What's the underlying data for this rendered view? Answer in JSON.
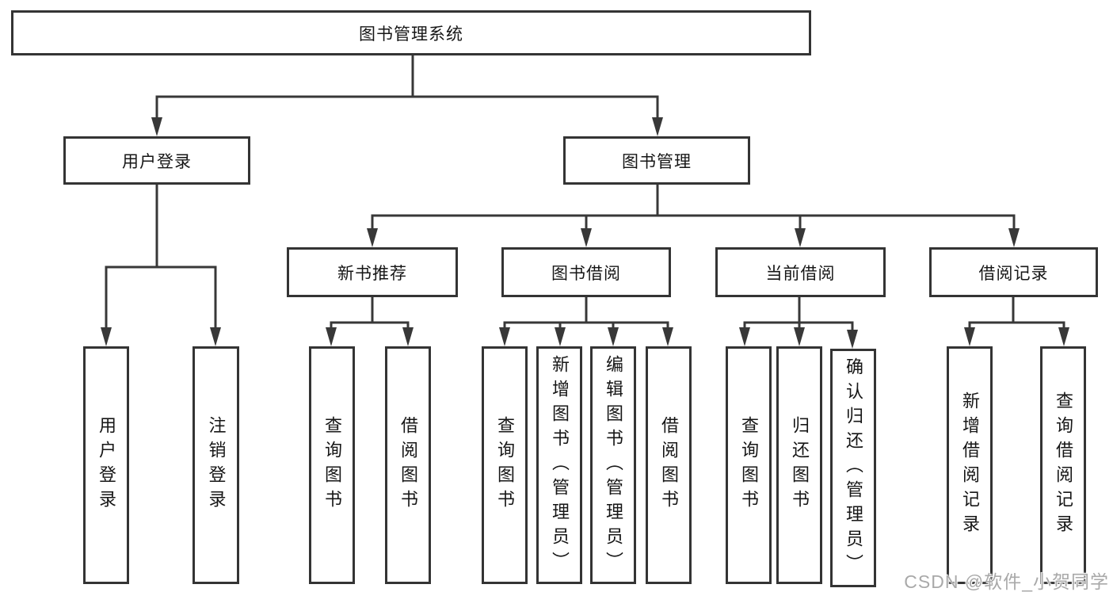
{
  "diagram": {
    "root": "图书管理系统",
    "level2": [
      "用户登录",
      "图书管理"
    ],
    "level3": [
      "新书推荐",
      "图书借阅",
      "当前借阅",
      "借阅记录"
    ],
    "leaves": {
      "login": [
        "用户登录",
        "注销登录"
      ],
      "recommend": [
        "查询图书",
        "借阅图书"
      ],
      "borrow": [
        "查询图书",
        "新增图书（管理员）",
        "编辑图书（管理员）",
        "借阅图书"
      ],
      "current": [
        "查询图书",
        "归还图书",
        "确认归还（管理员）"
      ],
      "records": [
        "新增借阅记录",
        "查询借阅记录"
      ]
    }
  },
  "watermark": "CSDN @软件_小贺同学",
  "colors": {
    "line": "#383838",
    "box_border": "#343434",
    "text": "#161616",
    "watermark": "#a9a9a9",
    "background": "#ffffff"
  }
}
